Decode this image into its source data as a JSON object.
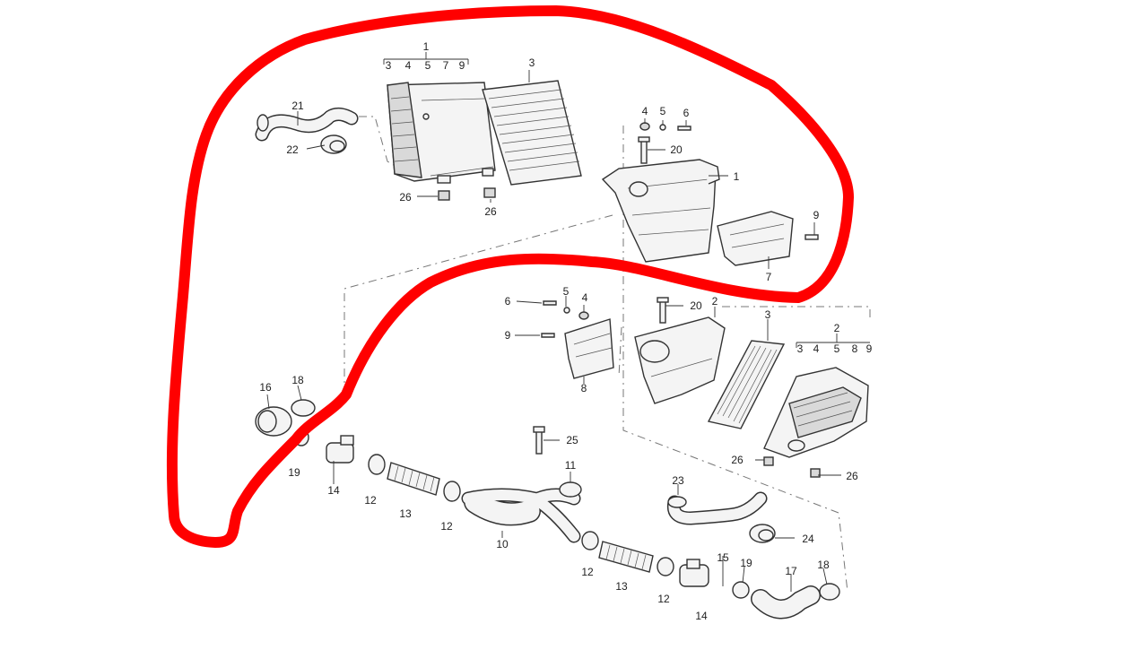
{
  "highlight": {
    "color": "#ff0000"
  },
  "callouts": {
    "c1_top": "1",
    "c1_sub": [
      "3",
      "4",
      "5",
      "7",
      "9"
    ],
    "c3_top": "3",
    "c21": "21",
    "c22": "22",
    "c26_a": "26",
    "c26_b": "26",
    "c4_top": "4",
    "c5_top": "5",
    "c6_top": "6",
    "c20_top": "20",
    "c1_right": "1",
    "c9_top": "9",
    "c7": "7",
    "c6_mid": "6",
    "c5_mid": "5",
    "c4_mid": "4",
    "c9_mid": "9",
    "c8": "8",
    "c20_mid": "20",
    "c2_mid": "2",
    "c3_mid": "3",
    "c2_right": "2",
    "c2_sub": [
      "3",
      "4",
      "5",
      "8",
      "9"
    ],
    "c16": "16",
    "c18_left": "18",
    "c19_left": "19",
    "c14_left": "14",
    "c12_a": "12",
    "c13_left": "13",
    "c12_b": "12",
    "c25": "25",
    "c11": "11",
    "c10": "10",
    "c26_c": "26",
    "c26_d": "26",
    "c23": "23",
    "c24": "24",
    "c12_c": "12",
    "c13_right": "13",
    "c12_d": "12",
    "c15": "15",
    "c19_right": "19",
    "c17": "17",
    "c18_right": "18",
    "c14_right": "14"
  }
}
